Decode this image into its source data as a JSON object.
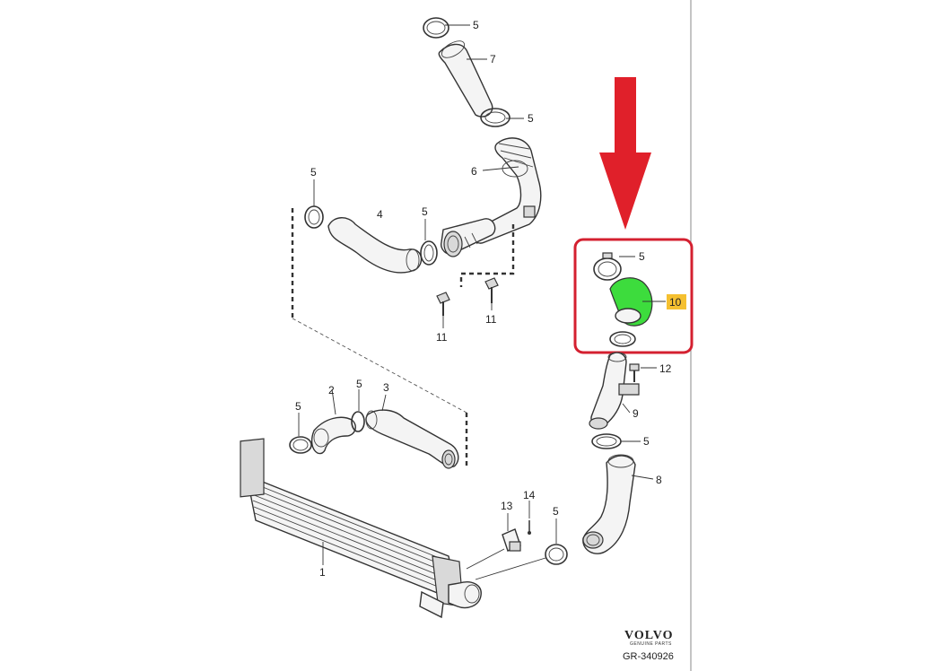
{
  "callouts": {
    "c1": "1",
    "c2": "2",
    "c3": "3",
    "c4": "4",
    "c5a": "5",
    "c5b": "5",
    "c5c": "5",
    "c5d": "5",
    "c5e": "5",
    "c5f": "5",
    "c5g": "5",
    "c5h": "5",
    "c5i": "5",
    "c6": "6",
    "c7": "7",
    "c8": "8",
    "c9": "9",
    "c10": "10",
    "c11a": "11",
    "c11b": "11",
    "c12": "12",
    "c13": "13",
    "c14": "14"
  },
  "brand": {
    "logo": "VOLVO",
    "logo_sub": "GENUINE PARTS",
    "reference": "GR-340926"
  },
  "colors": {
    "highlight_part": "#3ddc3d",
    "highlight_label": "#f5c030",
    "arrow": "#e0202a",
    "frame": "#d42030"
  }
}
